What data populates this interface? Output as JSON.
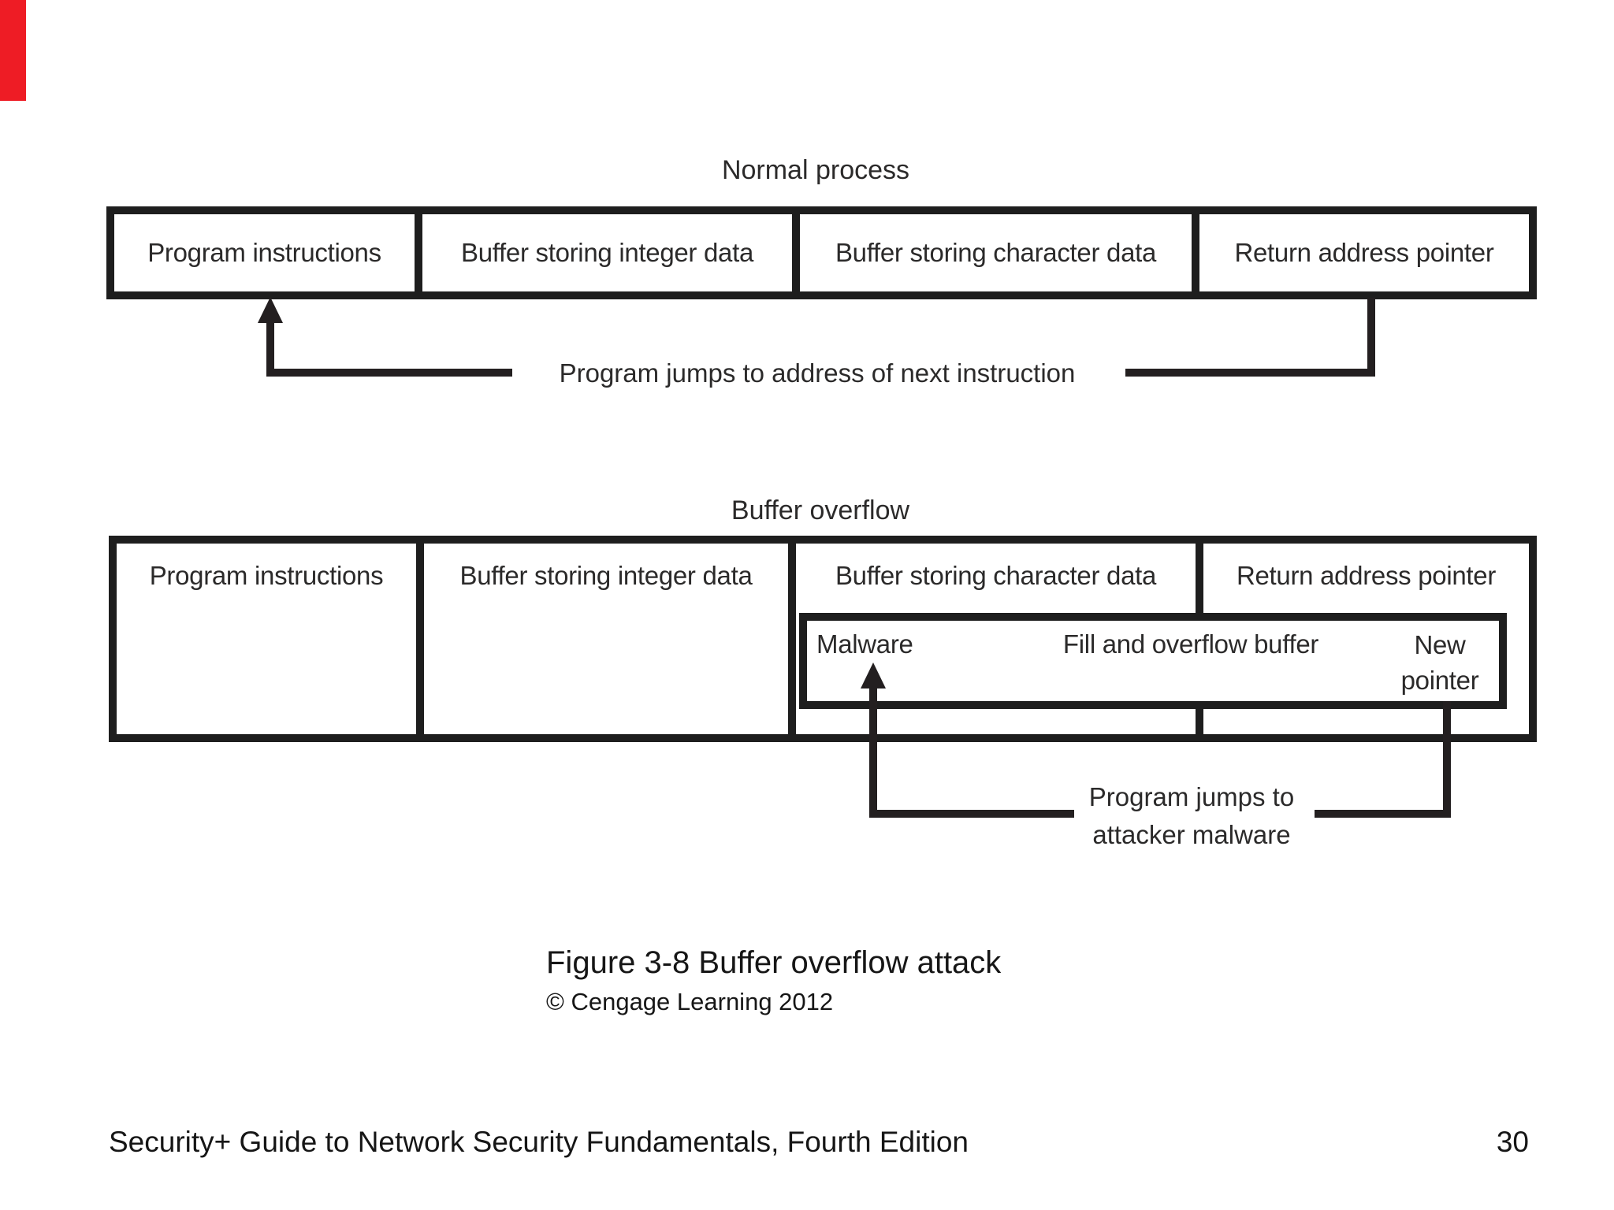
{
  "slide": {
    "accent_color": "#ee1c25",
    "line_color": "#231f20"
  },
  "normal_process": {
    "title": "Normal process",
    "cells": [
      "Program instructions",
      "Buffer storing integer data",
      "Buffer storing character data",
      "Return address pointer"
    ],
    "jump_label": "Program jumps to address of next instruction"
  },
  "buffer_overflow": {
    "title": "Buffer overflow",
    "cells": [
      "Program instructions",
      "Buffer storing integer data",
      "Buffer storing character data",
      "Return address pointer"
    ],
    "overlay": {
      "malware_label": "Malware",
      "fill_label": "Fill and overflow buffer",
      "new_pointer_line1": "New",
      "new_pointer_line2": "pointer"
    },
    "jump_label_line1": "Program jumps to",
    "jump_label_line2": "attacker malware"
  },
  "caption": {
    "figure_label": "Figure 3-8 Buffer overflow attack",
    "copyright": "© Cengage Learning 2012"
  },
  "footer": {
    "book_title": "Security+ Guide to Network Security Fundamentals, Fourth Edition",
    "page_number": "30"
  }
}
